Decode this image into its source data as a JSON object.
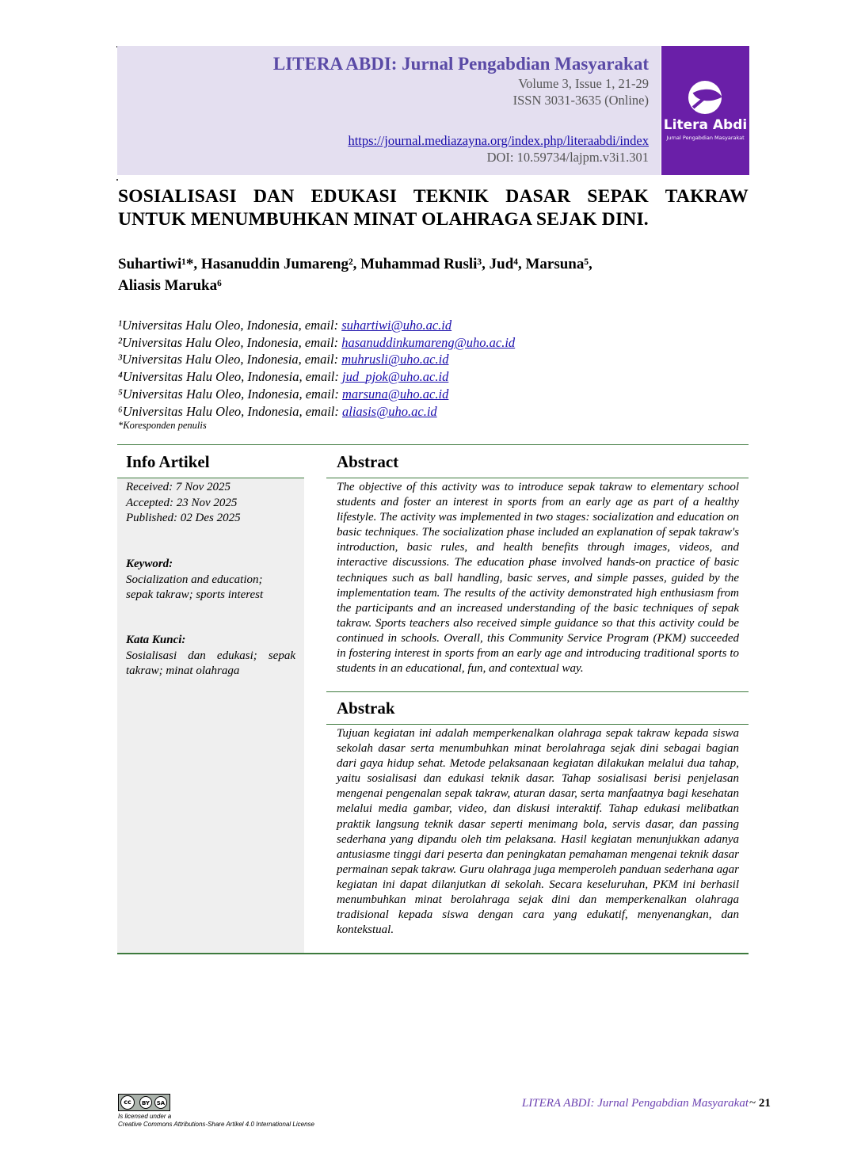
{
  "header": {
    "journal_name": "LITERA ABDI: Jurnal Pengabdian Masyarakat",
    "volume": "Volume 3, Issue 1, 21-29",
    "issn": "ISSN 3031-3635 (Online)",
    "url": "https://journal.mediazayna.org/index.php/literaabdi/index",
    "doi": "DOI: 10.59734/lajpm.v3i1.301"
  },
  "logo": {
    "title": "Litera Abdi",
    "subtitle": "Jurnal Pengabdian Masyarakat",
    "color": "#6a1fa8"
  },
  "article": {
    "title_lines": [
      "SOSIALISASI DAN EDUKASI TEKNIK DASAR SEPAK TAKRAW",
      "UNTUK MENUMBUHKAN MINAT OLAHRAGA SEJAK DINI."
    ],
    "author_lines": [
      "Suhartiwi¹*, Hasanuddin Jumareng², Muhammad Rusli³, Jud⁴, Marsuna⁵,",
      "Aliasis Maruka⁶"
    ],
    "affiliations": [
      {
        "prefix": "¹Universitas Halu Oleo, Indonesia, email: ",
        "email": "suhartiwi@uho.ac.id"
      },
      {
        "prefix": "²Universitas Halu Oleo, Indonesia, email: ",
        "email": "hasanuddinkumareng@uho.ac.id"
      },
      {
        "prefix": "³Universitas Halu Oleo, Indonesia, email: ",
        "email": "muhrusli@uho.ac.id"
      },
      {
        "prefix": "⁴Universitas Halu Oleo, Indonesia, email: ",
        "email": "jud_pjok@uho.ac.id"
      },
      {
        "prefix": "⁵Universitas Halu Oleo, Indonesia, email: ",
        "email": "marsuna@uho.ac.id"
      },
      {
        "prefix": "⁶Universitas Halu Oleo, Indonesia, email: ",
        "email": "aliasis@uho.ac.id"
      }
    ],
    "corresponding": "*Koresponden penulis"
  },
  "info": {
    "heading": "Info Artikel",
    "received": "Received: 7 Nov 2025",
    "accepted": "Accepted: 23 Nov 2025",
    "published": "Published: 02 Des 2025",
    "keyword_label": "Keyword:",
    "keyword_lines": [
      "Socialization and education;",
      "sepak takraw; sports interest"
    ],
    "katakunci_label": "Kata Kunci:",
    "katakunci_lines": [
      "Sosialisasi dan edukasi; sepak",
      "takraw; minat olahraga"
    ]
  },
  "abstract": {
    "heading": "Abstract",
    "text": "The objective of this activity was to introduce sepak takraw to elementary school students and foster an interest in sports from an early age as part of a healthy lifestyle. The activity was implemented in two stages: socialization and education on basic techniques. The socialization phase included an explanation of sepak takraw's introduction, basic rules, and health benefits through images, videos, and interactive discussions. The education phase involved hands-on practice of basic techniques such as ball handling, basic serves, and simple passes, guided by the implementation team. The results of the activity demonstrated high enthusiasm from the participants and an increased understanding of the basic techniques of sepak takraw. Sports teachers also received simple guidance so that this activity could be continued in schools. Overall, this Community Service Program (PKM) succeeded in fostering interest in sports from an early age and introducing traditional sports to students in an educational, fun, and contextual way."
  },
  "abstrak": {
    "heading": "Abstrak",
    "text": "Tujuan kegiatan ini adalah memperkenalkan olahraga sepak takraw kepada siswa sekolah dasar serta menumbuhkan minat berolahraga sejak dini sebagai bagian dari gaya hidup sehat. Metode pelaksanaan kegiatan dilakukan melalui dua tahap, yaitu sosialisasi dan edukasi teknik dasar. Tahap sosialisasi berisi penjelasan mengenai pengenalan sepak takraw, aturan dasar, serta manfaatnya bagi kesehatan melalui media gambar, video, dan diskusi interaktif. Tahap edukasi melibatkan praktik langsung teknik dasar seperti menimang bola, servis dasar, dan passing sederhana yang dipandu oleh tim pelaksana. Hasil kegiatan menunjukkan adanya antusiasme tinggi dari peserta dan peningkatan pemahaman mengenai teknik dasar permainan sepak takraw. Guru olahraga juga memperoleh panduan sederhana agar kegiatan ini dapat dilanjutkan di sekolah. Secara keseluruhan, PKM ini berhasil menumbuhkan minat berolahraga sejak dini dan memperkenalkan olahraga tradisional kepada siswa dengan cara yang edukatif, menyenangkan, dan kontekstual."
  },
  "footer": {
    "license_lines": [
      "Is licensed under a",
      "Creative Commons Attributions-Share Artikel 4.0 International License"
    ],
    "cc_badge": [
      "cc",
      "BY",
      "SA"
    ],
    "journal": "LITERA ABDI: Jurnal Pengabdian Masyarakat",
    "separator": "~",
    "page": "21"
  }
}
